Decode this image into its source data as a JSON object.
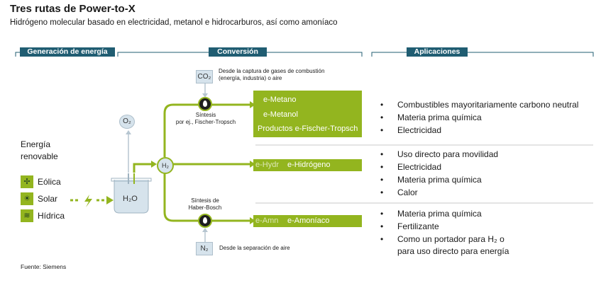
{
  "header": {
    "title": "Tres rutas de Power-to-X",
    "subtitle": "Hidrógeno molecular basado en electricidad, metanol e hidrocarburos, así como amoníaco"
  },
  "sections": {
    "generation": "Generación de energía",
    "conversion": "Conversión",
    "applications": "Aplicaciones"
  },
  "energy": {
    "heading": "Energía\nrenovable",
    "sources": [
      {
        "label": "Eólica",
        "icon": "wind-turbine-icon"
      },
      {
        "label": "Solar",
        "icon": "solar-panel-icon"
      },
      {
        "label": "Hídrica",
        "icon": "hydro-icon"
      }
    ]
  },
  "electrolysis": {
    "o2": "O₂",
    "h2o": "H₂O",
    "h2": "H₂"
  },
  "synthesis": {
    "co2": "CO₂",
    "co2_note": "Desde la captura de gases de combustión\n(energía, industria) o aire",
    "ft_label": "Síntesis\npor ej., Fischer-Tropsch",
    "hb_label": "Síntesis de\nHaber-Bosch",
    "n2": "N₂",
    "n2_note": "Desde la separación de aire"
  },
  "products": {
    "carbon": [
      "e-Metano",
      "e-Metanol",
      "Productos e-Fischer-Tropsch"
    ],
    "hydrogen_ghost": "e-Hydr",
    "hydrogen": "e-Hidrógeno",
    "ammonia_ghost": "e-Amn",
    "ammonia": "e-Amoníaco"
  },
  "applications": {
    "carbon": [
      "Combustibles mayoritariamente carbono neutral",
      "Materia prima química",
      "Electricidad"
    ],
    "hydrogen": [
      "Uso directo para movilidad",
      "Electricidad",
      "Materia prima química",
      "Calor"
    ],
    "ammonia": [
      "Materia prima química",
      "Fertilizante",
      "Como un portador para H₂ o",
      "para uso directo para energía"
    ]
  },
  "source": "Fuente: Siemens",
  "colors": {
    "green": "#93b51f",
    "blue": "#205d72",
    "light_blue": "#d6e3ec"
  }
}
